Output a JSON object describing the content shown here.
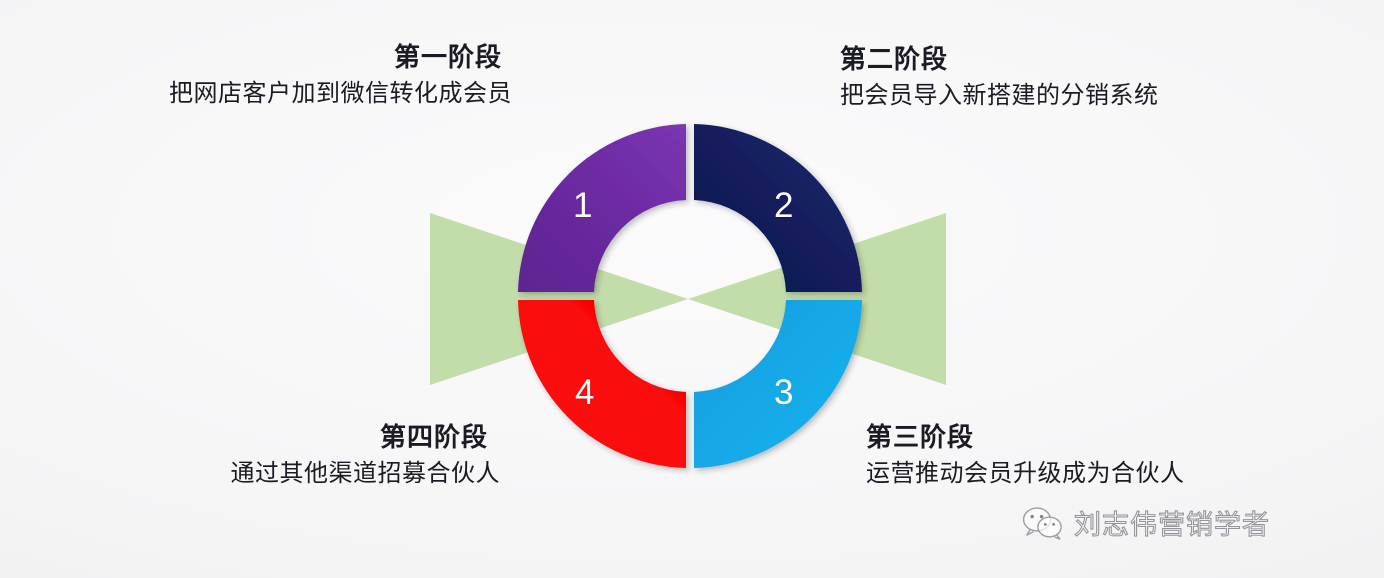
{
  "slide": {
    "background_color": "#f4f4f5",
    "accent_green": "#c3ddaa"
  },
  "diagram": {
    "type": "four-stage-cycle-donut",
    "center_hole_color": "#ffffff",
    "segments": [
      {
        "number": "1",
        "color": "#6c2aa2",
        "quadrant": "top-left"
      },
      {
        "number": "2",
        "color": "#121f5e",
        "quadrant": "top-right"
      },
      {
        "number": "3",
        "color": "#12a6e6",
        "quadrant": "bottom-right"
      },
      {
        "number": "4",
        "color": "#fa0a0a",
        "quadrant": "bottom-left"
      }
    ]
  },
  "stages": [
    {
      "id": "stage-1",
      "title": "第一阶段",
      "body": "把网店客户加到微信转化成会员",
      "align": "right"
    },
    {
      "id": "stage-2",
      "title": "第二阶段",
      "body": "把会员导入新搭建的分销系统",
      "align": "left"
    },
    {
      "id": "stage-3",
      "title": "第三阶段",
      "body": "运营推动会员升级成为合伙人",
      "align": "left"
    },
    {
      "id": "stage-4",
      "title": "第四阶段",
      "body": "通过其他渠道招募合伙人",
      "align": "right"
    }
  ],
  "watermark": {
    "icon": "wechat-icon",
    "text": "刘志伟营销学者"
  }
}
